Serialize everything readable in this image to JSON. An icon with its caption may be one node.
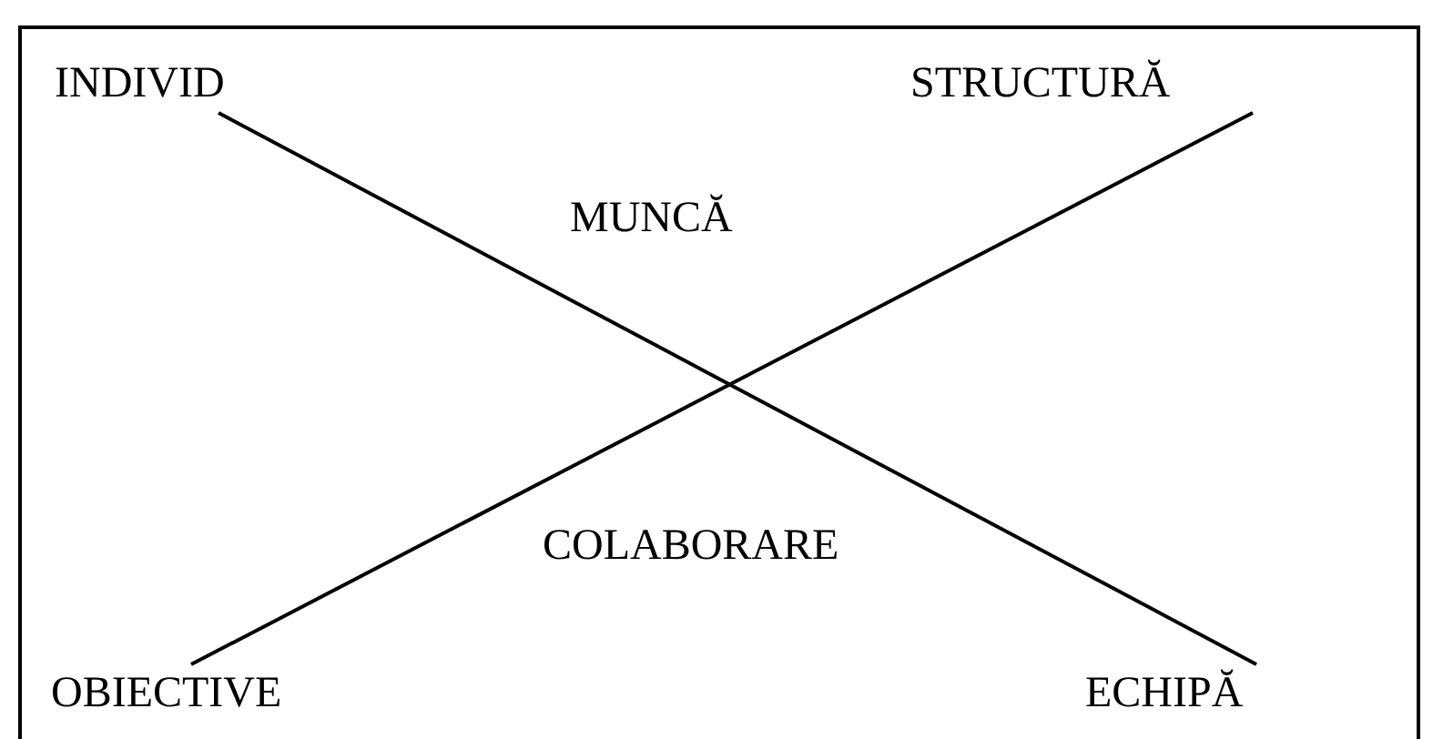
{
  "diagram": {
    "nodes": [
      {
        "text": [
          "INDIVID"
        ]
      },
      {
        "text": [
          "STRUCTURĂ"
        ]
      },
      {
        "text": [
          "MUNCĂ"
        ]
      },
      {
        "text": [
          "COLABORARE"
        ]
      },
      {
        "text": [
          "OBIECTIVE"
        ]
      },
      {
        "text": [
          "ECHIPĂ"
        ]
      }
    ],
    "edges": [
      {
        "from": 0,
        "to": 5,
        "arrow": "none"
      },
      {
        "from": 4,
        "to": 1,
        "arrow": "none"
      }
    ]
  }
}
